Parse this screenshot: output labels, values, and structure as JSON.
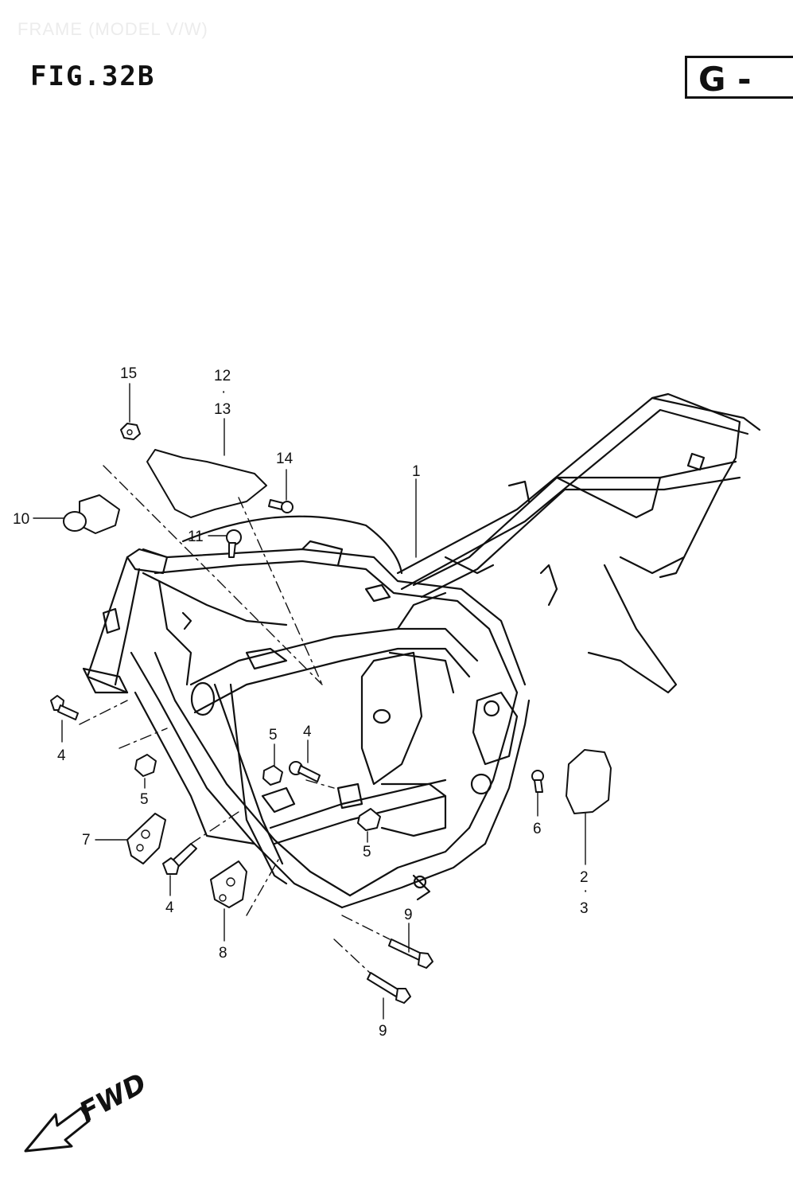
{
  "header": {
    "caption": "FRAME (MODEL V/W)",
    "figure_title": "FIG.32B",
    "section_badge": "G -"
  },
  "callouts": {
    "frame": "1",
    "cover_a": "2",
    "cover_a_dot": "·",
    "cover_b": "3",
    "bolt_upper_left": "4",
    "bolt_middle": "4",
    "bolt_lower_left": "4",
    "nut_left": "5",
    "nut_middle": "5",
    "nut_lower": "5",
    "clip_right": "6",
    "bracket_left": "7",
    "bracket_lower": "8",
    "bolt_lower_a": "9",
    "bolt_lower_b": "9",
    "cap": "10",
    "screw": "11",
    "cover_c": "12",
    "cover_c_dot": "·",
    "cover_d": "13",
    "screw_small": "14",
    "grommet": "15"
  },
  "direction_label": "FWD",
  "icons": {
    "direction": "fwd-arrow-icon"
  }
}
